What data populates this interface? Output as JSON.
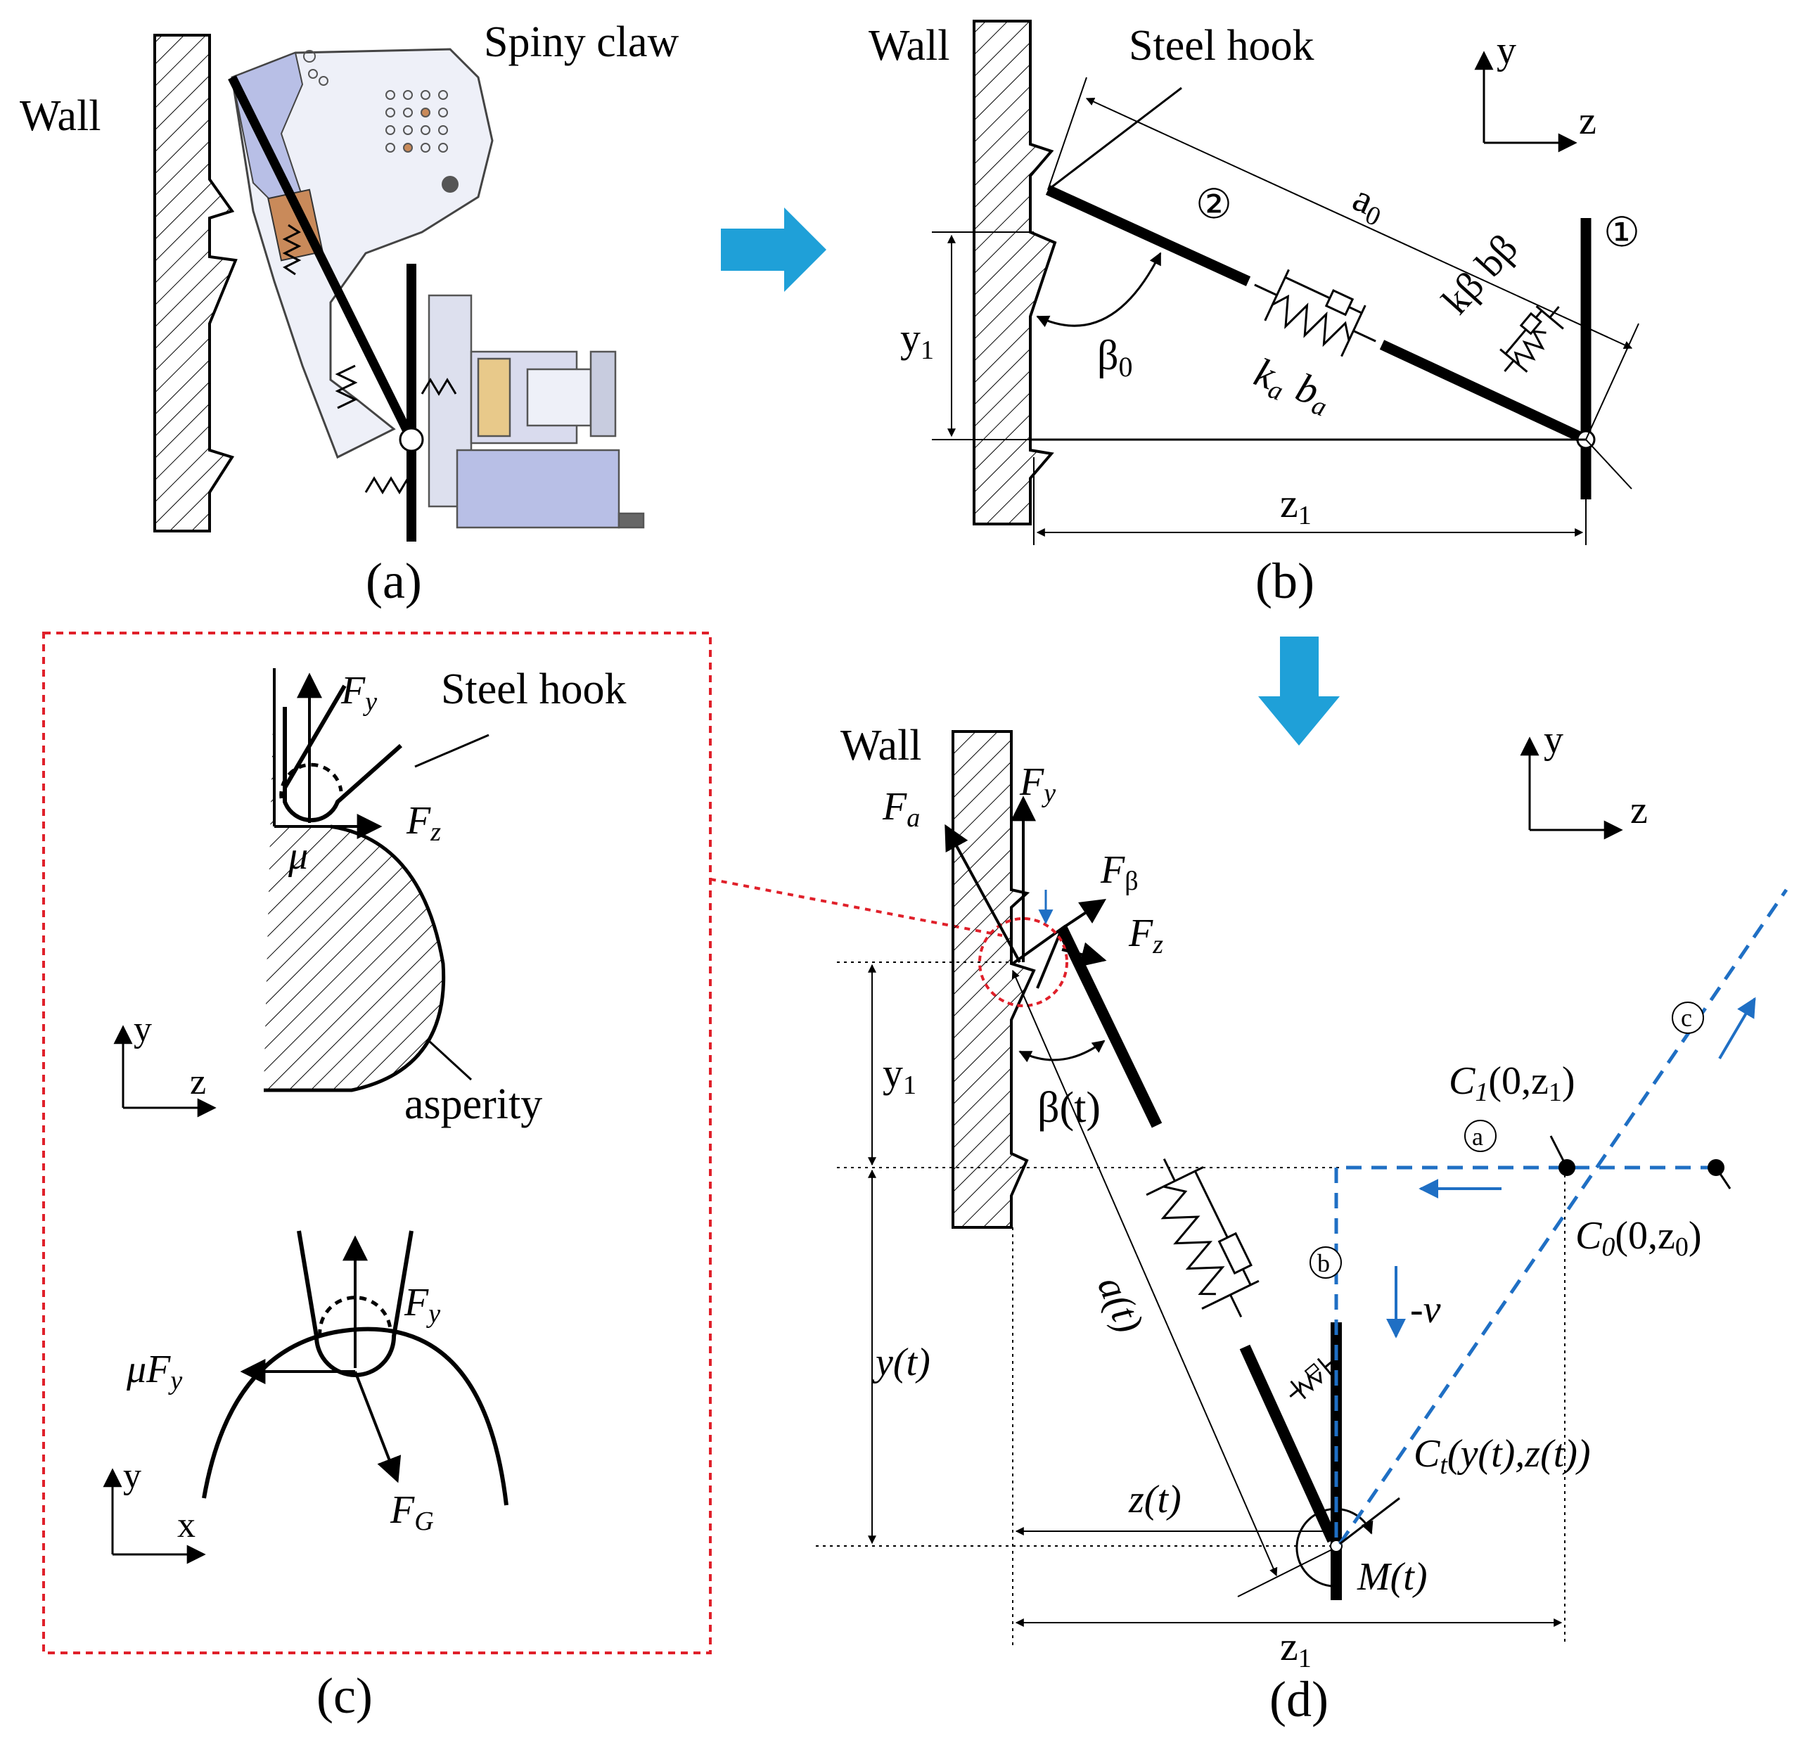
{
  "panel_a": {
    "wall_label": "Wall",
    "claw_label": "Spiny claw",
    "caption": "(a)"
  },
  "panel_b": {
    "wall_label": "Wall",
    "hook_label": "Steel hook",
    "a0": "a",
    "a0_sub": "0",
    "beta0": "β",
    "beta0_sub": "0",
    "y1": "y",
    "y1_sub": "1",
    "z1": "z",
    "z1_sub": "1",
    "ka": "k",
    "ka_sub": "a",
    "ba": "b",
    "ba_sub": "a",
    "kbeta": "kβ",
    "bbeta": "bβ",
    "circle1": "①",
    "circle2": "②",
    "axis_y": "y",
    "axis_z": "z",
    "caption": "(b)"
  },
  "panel_c": {
    "fy": "F",
    "fy_sub": "y",
    "fz": "F",
    "fz_sub": "z",
    "mu": "μ",
    "hook_label": "Steel hook",
    "asperity_label": "asperity",
    "axis_y": "y",
    "axis_z": "z",
    "fy2": "F",
    "fy2_sub": "y",
    "mufy": "μF",
    "mufy_sub": "y",
    "fg": "F",
    "fg_sub": "G",
    "axis_y2": "y",
    "axis_x2": "x",
    "caption": "(c)"
  },
  "panel_d": {
    "wall_label": "Wall",
    "fa": "F",
    "fa_sub": "a",
    "fy": "F",
    "fy_sub": "y",
    "fbeta": "F",
    "fbeta_sub": "β",
    "fz": "F",
    "fz_sub": "z",
    "y1": "y",
    "y1_sub": "1",
    "beta_t": "β(t)",
    "at": "a(t)",
    "yt": "y(t)",
    "zt": "z(t)",
    "z1": "z",
    "z1_sub": "1",
    "mt": "M(t)",
    "c1": "C",
    "c1_sub": "1",
    "c1_rest": "(0,z",
    "c1_rest_sub": "1",
    "c1_close": ")",
    "c0": "C",
    "c0_sub": "0",
    "c0_rest": "(0,z",
    "c0_rest_sub": "0",
    "c0_close": ")",
    "ct": "C",
    "ct_sub": "t",
    "ct_rest": "(y(t),z(t))",
    "minus_v": "-v",
    "label_a": "a",
    "label_b": "b",
    "label_c": "c",
    "axis_y": "y",
    "axis_z": "z",
    "caption": "(d)"
  },
  "colors": {
    "arrow_blue": "#1fa0d8",
    "path_blue": "#1f6fc4",
    "red_dash": "#e0202a",
    "claw_fill": "#b8bfe6",
    "tendon_brown": "#c98a5a"
  }
}
